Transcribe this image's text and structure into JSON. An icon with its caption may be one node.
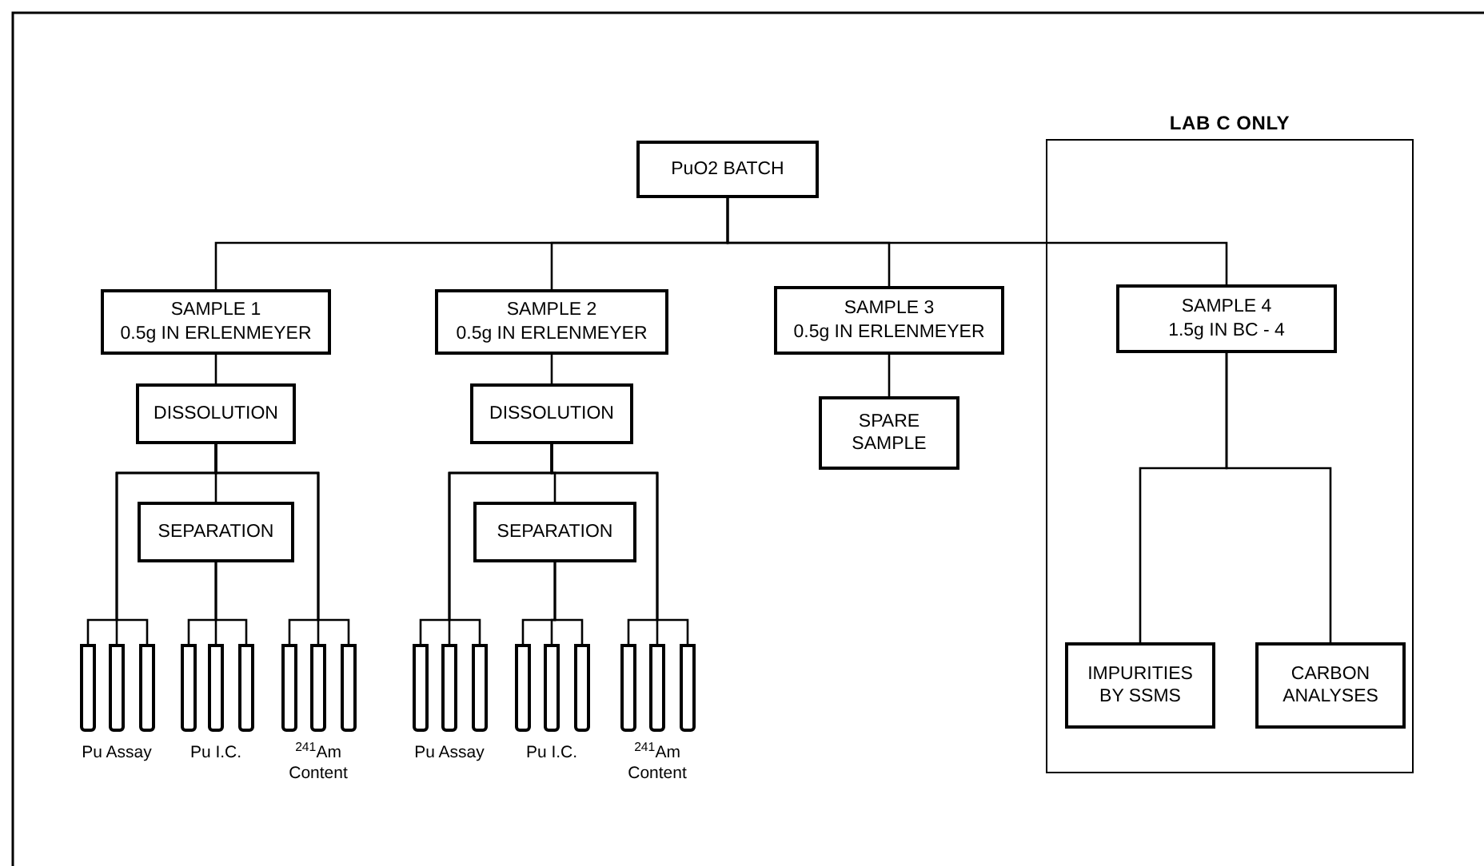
{
  "diagram": {
    "nodes": [
      {
        "text": [
          "PuO2 BATCH"
        ]
      },
      {
        "text": [
          "SAMPLE 1",
          "0.5g IN ERLENMEYER"
        ]
      },
      {
        "text": [
          "SAMPLE 2",
          "0.5g IN ERLENMEYER"
        ]
      },
      {
        "text": [
          "SAMPLE 3",
          "0.5g IN ERLENMEYER"
        ]
      },
      {
        "text": [
          "LAB C ONLY"
        ]
      },
      {
        "text": [
          "SAMPLE 4",
          "1.5g IN BC - 4"
        ],
        "in": 4
      },
      {
        "text": [
          "DISSOLUTION"
        ]
      },
      {
        "text": [
          "DISSOLUTION"
        ]
      },
      {
        "text": [
          "SPARE SAMPLE"
        ]
      },
      {
        "text": [
          "SEPARATION"
        ]
      },
      {
        "text": [
          "SEPARATION"
        ]
      },
      {
        "text": [
          "IMPURITIES BY SSMS"
        ],
        "in": 4
      },
      {
        "text": [
          "CARBON ANALYSES"
        ],
        "in": 4
      },
      {
        "text": [],
        "shape": "tube"
      },
      {
        "text": [],
        "shape": "tube"
      },
      {
        "text": [],
        "shape": "tube"
      },
      {
        "text": [],
        "shape": "tube"
      },
      {
        "text": [],
        "shape": "tube"
      },
      {
        "text": [],
        "shape": "tube"
      },
      {
        "text": [],
        "shape": "tube"
      },
      {
        "text": [],
        "shape": "tube"
      },
      {
        "text": [],
        "shape": "tube"
      },
      {
        "text": [],
        "shape": "tube"
      },
      {
        "text": [],
        "shape": "tube"
      },
      {
        "text": [],
        "shape": "tube"
      },
      {
        "text": [],
        "shape": "tube"
      },
      {
        "text": [],
        "shape": "tube"
      },
      {
        "text": [],
        "shape": "tube"
      },
      {
        "text": [],
        "shape": "tube"
      },
      {
        "text": [],
        "shape": "tube"
      },
      {
        "text": [],
        "shape": "tube"
      }
    ],
    "edges": [
      {
        "from": 0,
        "to": 1,
        "arrow": "none"
      },
      {
        "from": 0,
        "to": 2,
        "arrow": "none"
      },
      {
        "from": 0,
        "to": 3,
        "arrow": "none"
      },
      {
        "from": 0,
        "to": 5,
        "arrow": "none"
      },
      {
        "from": 1,
        "to": 6,
        "arrow": "none"
      },
      {
        "from": 2,
        "to": 7,
        "arrow": "none"
      },
      {
        "from": 3,
        "to": 8,
        "arrow": "none"
      },
      {
        "from": 6,
        "to": 9,
        "arrow": "none"
      },
      {
        "from": 7,
        "to": 10,
        "arrow": "none"
      },
      {
        "from": 5,
        "to": 11,
        "arrow": "none"
      },
      {
        "from": 5,
        "to": 12,
        "arrow": "none"
      },
      {
        "from": 6,
        "to": 13,
        "arrow": "none"
      },
      {
        "from": 6,
        "to": 14,
        "arrow": "none"
      },
      {
        "from": 6,
        "to": 15,
        "arrow": "none"
      },
      {
        "from": 9,
        "to": 16,
        "arrow": "none"
      },
      {
        "from": 9,
        "to": 17,
        "arrow": "none"
      },
      {
        "from": 9,
        "to": 18,
        "arrow": "none"
      },
      {
        "from": 6,
        "to": 19,
        "arrow": "none"
      },
      {
        "from": 6,
        "to": 20,
        "arrow": "none"
      },
      {
        "from": 6,
        "to": 21,
        "arrow": "none"
      },
      {
        "from": 7,
        "to": 22,
        "arrow": "none"
      },
      {
        "from": 7,
        "to": 23,
        "arrow": "none"
      },
      {
        "from": 7,
        "to": 24,
        "arrow": "none"
      },
      {
        "from": 10,
        "to": 25,
        "arrow": "none"
      },
      {
        "from": 10,
        "to": 26,
        "arrow": "none"
      },
      {
        "from": 10,
        "to": 27,
        "arrow": "none"
      },
      {
        "from": 7,
        "to": 28,
        "arrow": "none"
      },
      {
        "from": 7,
        "to": 29,
        "arrow": "none"
      },
      {
        "from": 7,
        "to": 30,
        "arrow": "none"
      }
    ],
    "labels": [
      "Pu Assay",
      "Pu I.C.",
      "$^{241}$Am Content",
      "Pu Assay",
      "Pu I.C.",
      "$^{241}$Am Content"
    ]
  }
}
